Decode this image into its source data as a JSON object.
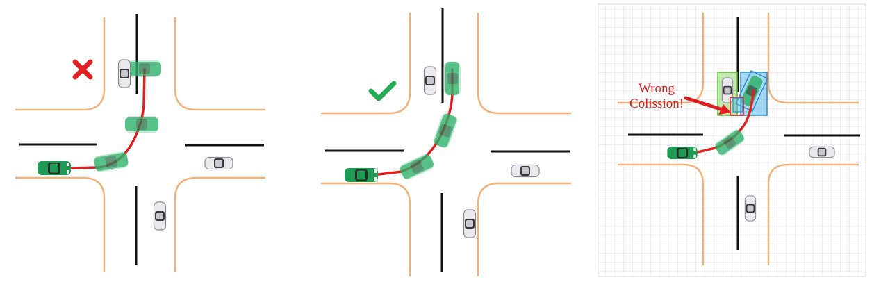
{
  "colors": {
    "road_edge": "#f2b27c",
    "lane_marking": "#111111",
    "trajectory": "#e02020",
    "ego_car": "#1e9a55",
    "ego_ghost": "#2fb36a",
    "other_car": "#c8c8d0",
    "wrong_mark": "#e02020",
    "correct_mark": "#22aa55",
    "bbox_green": "#7ccf5a",
    "bbox_blue": "#3aa7e0",
    "grid": "#d9d9d9"
  },
  "panels": [
    {
      "id": "left",
      "status_icon": "cross-icon",
      "label": ""
    },
    {
      "id": "middle",
      "status_icon": "check-icon",
      "label": ""
    },
    {
      "id": "right",
      "status_icon": "",
      "annotation": {
        "line1": "Wrong",
        "line2": "Colission!"
      }
    }
  ]
}
